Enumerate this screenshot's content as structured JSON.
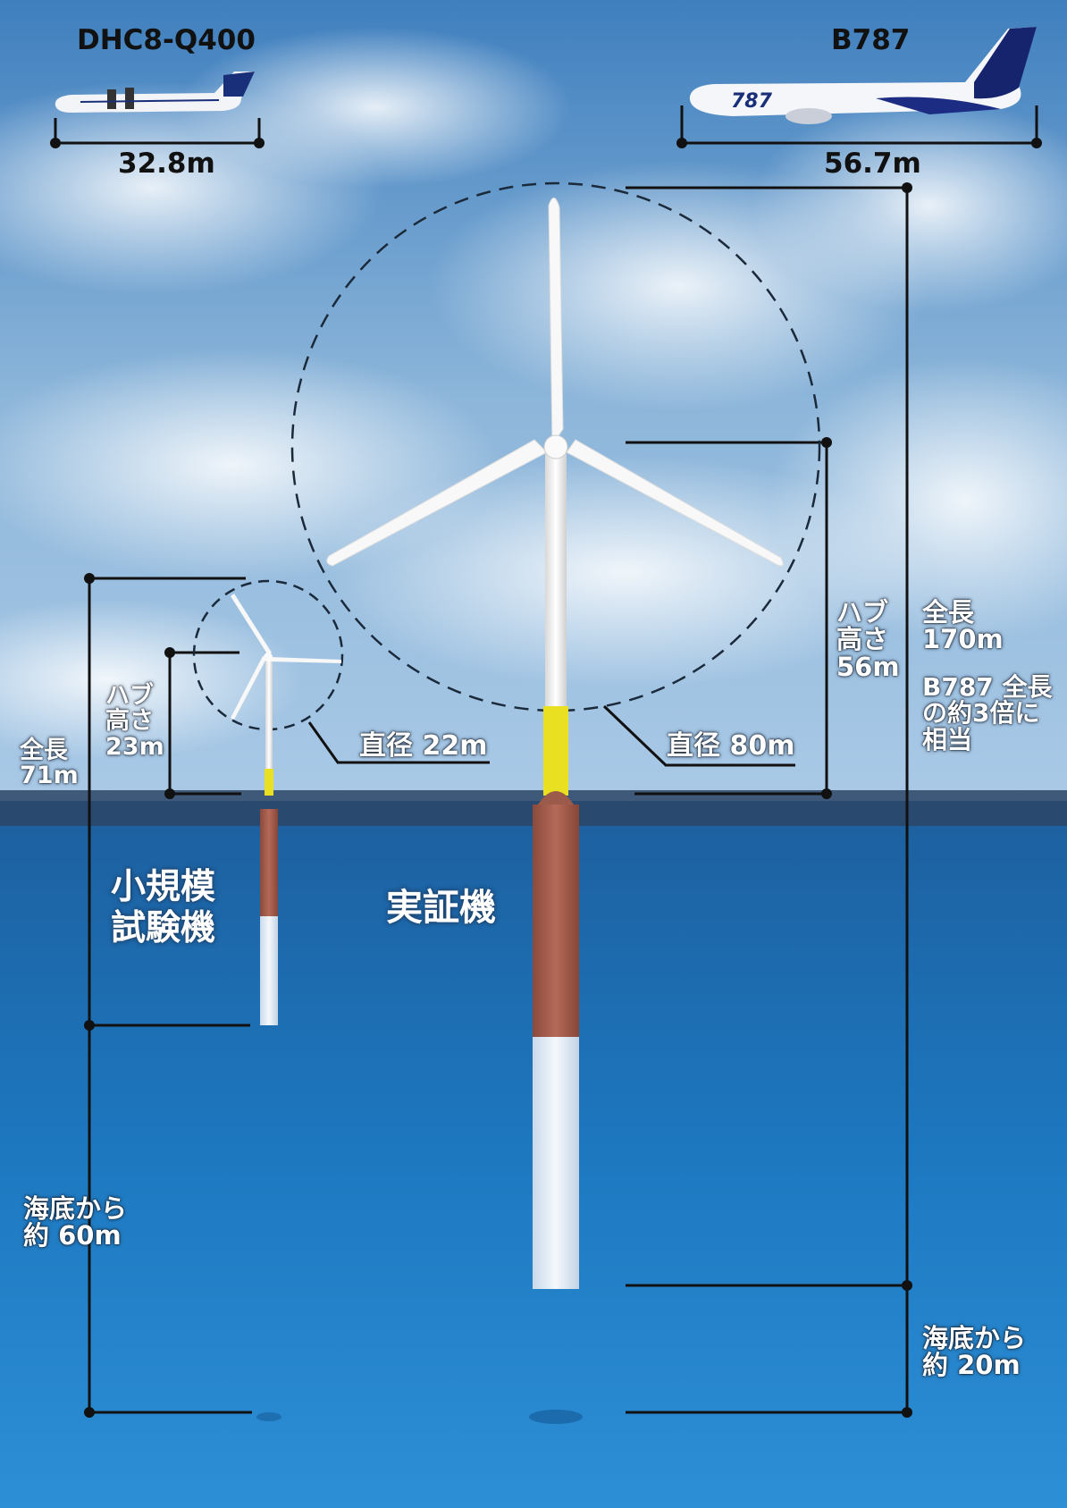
{
  "aircraft": {
    "small": {
      "name": "DHC8-Q400",
      "span": "32.8m"
    },
    "large": {
      "name": "B787",
      "span": "56.7m"
    }
  },
  "small_turbine": {
    "name": "小規模\n試験機",
    "hub_height": "ハブ\n高さ\n23m",
    "total_length": "全長\n71m",
    "diameter": "直径 22m",
    "seabed": "海底から\n約 60m"
  },
  "large_turbine": {
    "name": "実証機",
    "hub_height": "ハブ\n高さ\n56m",
    "total_length": "全長\n170m",
    "comparison": "B787 全長\nの約3倍に\n相当",
    "diameter": "直径 80m",
    "seabed": "海底から\n約 20m"
  },
  "colors": {
    "sky": "#5a93c8",
    "sea": "#1f6fb4",
    "tower": "#f4f4f4",
    "transition_piece": "#e8e020",
    "float_rust": "#a0584a"
  }
}
